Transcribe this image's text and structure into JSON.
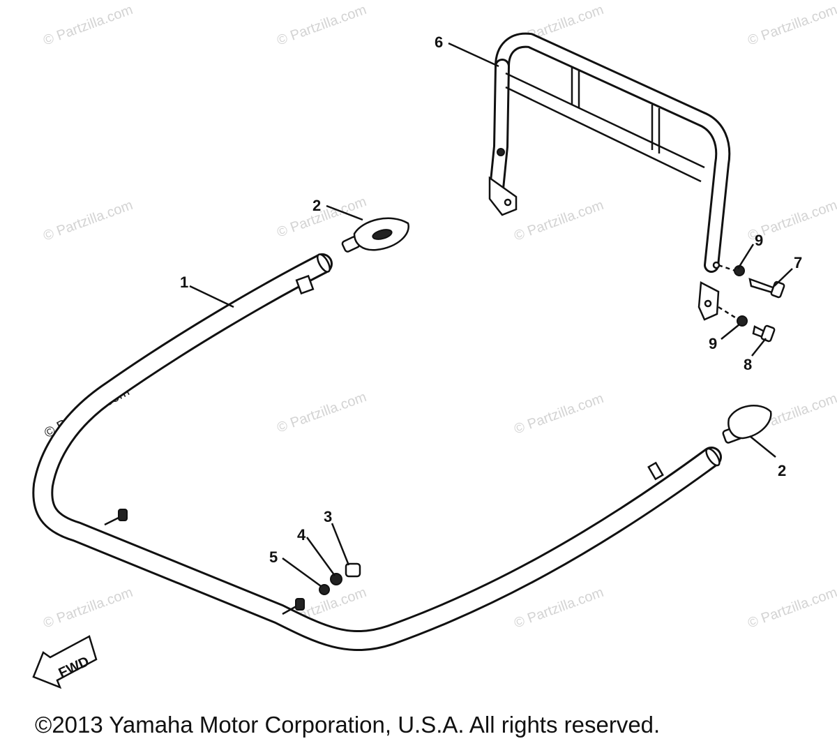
{
  "callouts": [
    {
      "id": "6",
      "label": "6"
    },
    {
      "id": "2a",
      "label": "2"
    },
    {
      "id": "1",
      "label": "1"
    },
    {
      "id": "9a",
      "label": "9"
    },
    {
      "id": "7",
      "label": "7"
    },
    {
      "id": "9b",
      "label": "9"
    },
    {
      "id": "8",
      "label": "8"
    },
    {
      "id": "2b",
      "label": "2"
    },
    {
      "id": "3",
      "label": "3"
    },
    {
      "id": "4",
      "label": "4"
    },
    {
      "id": "5",
      "label": "5"
    }
  ],
  "watermark": "© Partzilla.com",
  "direction_marker": "FWD",
  "copyright": "©2013 Yamaha Motor Corporation, U.S.A. All rights reserved."
}
